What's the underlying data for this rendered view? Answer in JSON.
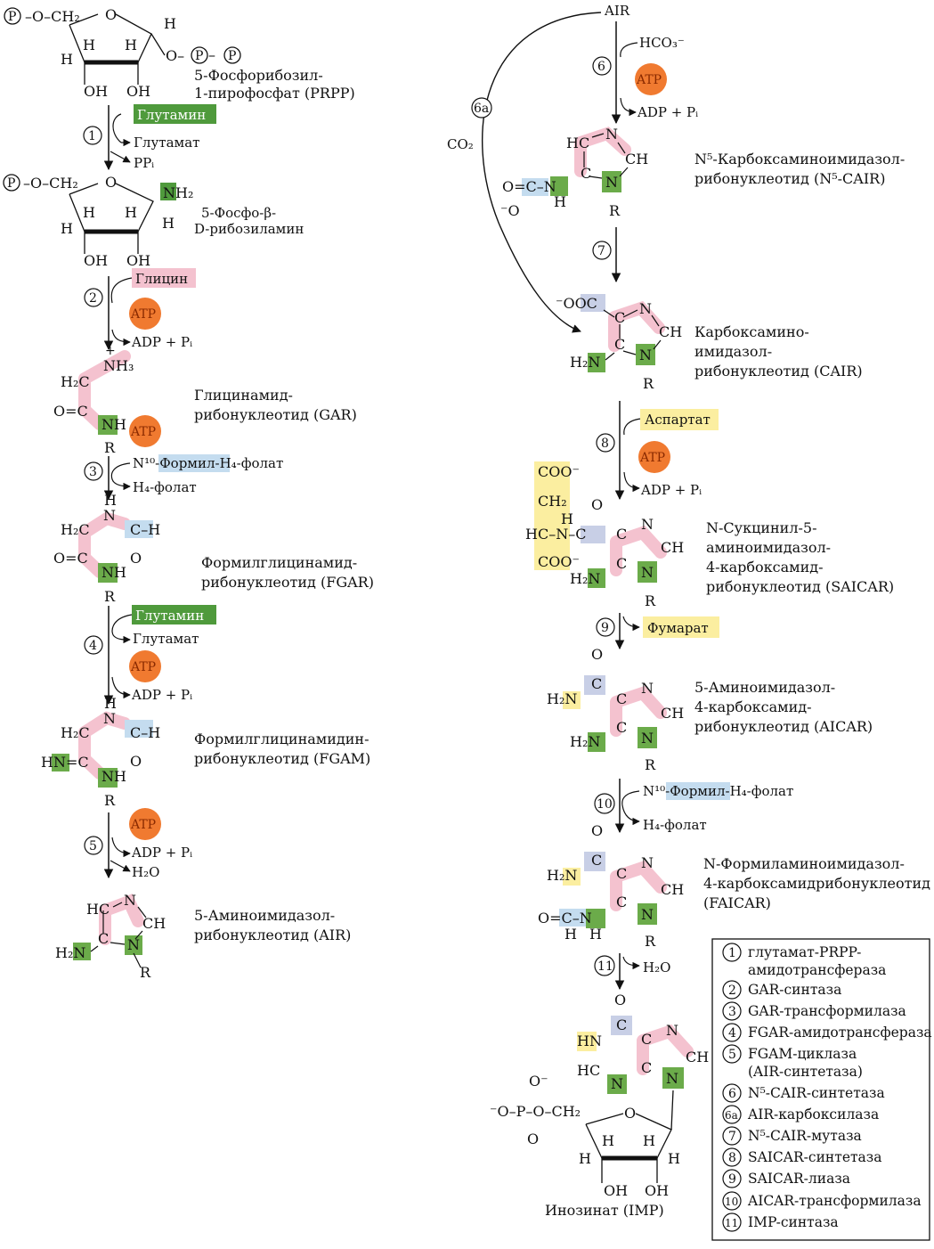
{
  "compounds": {
    "prpp": [
      "5-Фосфорибозил-",
      "1-пирофосфат (PRPP)"
    ],
    "pra": [
      "5-Фосфо-β-",
      "D-рибозиламин"
    ],
    "gar": [
      "Глицинамид-",
      "рибонуклеотид (GAR)"
    ],
    "fgar": [
      "Формилглицинамид-",
      "рибонуклеотид (FGAR)"
    ],
    "fgam": [
      "Формилглицинамидин-",
      "рибонуклеотид (FGAM)"
    ],
    "air": [
      "5-Аминоимидазол-",
      "рибонуклеотид (AIR)"
    ],
    "n5cair": [
      "N⁵-Карбоксаминоимидазол-",
      "рибонуклеотид (N⁵-CAIR)"
    ],
    "cair": [
      "Карбоксамино-",
      "имидазол-",
      "рибонуклеотид (CAIR)"
    ],
    "saicar": [
      "N-Сукцинил-5-",
      "аминоимидазол-",
      "4-карбоксамид-",
      "рибонуклеотид (SAICAR)"
    ],
    "aicar": [
      "5-Аминоимидазол-",
      "4-карбоксамид-",
      "рибонуклеотид (AICAR)"
    ],
    "faicar": [
      "N-Формиламиноимидазол-",
      "4-карбоксамидрибонуклеотид",
      "(FAICAR)"
    ],
    "imp": [
      "Инозинат (IMP)"
    ]
  },
  "steps": {
    "s1": {
      "num": "1",
      "in": "Глутамин",
      "out": [
        "Глутамат",
        "PPᵢ"
      ]
    },
    "s2": {
      "num": "2",
      "in": "Глицин",
      "atp": "ATP",
      "out": [
        "ADP + Pᵢ"
      ]
    },
    "s3": {
      "num": "3",
      "in": "N¹⁰-Формил-H₄-фолат",
      "out": [
        "H₄-фолат"
      ]
    },
    "s4": {
      "num": "4",
      "in": "Глутамин",
      "out": [
        "Глутамат"
      ],
      "atp": "ATP",
      "out2": [
        "ADP + Pᵢ"
      ]
    },
    "s5": {
      "num": "5",
      "atp": "ATP",
      "out": [
        "ADP + Pᵢ",
        "H₂O"
      ]
    },
    "s6": {
      "num": "6",
      "top": "AIR",
      "in": "HCO₃⁻",
      "atp": "ATP",
      "out": [
        "ADP + Pᵢ"
      ]
    },
    "s6a": {
      "num": "6a",
      "in": "CO₂"
    },
    "s7": {
      "num": "7"
    },
    "s8": {
      "num": "8",
      "in": "Аспартат",
      "atp": "ATP",
      "out": [
        "ADP + Pᵢ"
      ]
    },
    "s9": {
      "num": "9",
      "out": "Фумарат"
    },
    "s10": {
      "num": "10",
      "in": "N¹⁰-Формил-H₄-фолат",
      "out": [
        "H₄-фолат"
      ]
    },
    "s11": {
      "num": "11",
      "out": "H₂O"
    }
  },
  "legend": [
    {
      "num": "1",
      "name": "глутамат-PRPP-",
      "name2": "амидотрансфераза"
    },
    {
      "num": "2",
      "name": "GAR-синтаза"
    },
    {
      "num": "3",
      "name": "GAR-трансформилаза"
    },
    {
      "num": "4",
      "name": "FGAR-амидотрансфераза"
    },
    {
      "num": "5",
      "name": "FGAM-циклаза",
      "name2": "(AIR-синтетаза)"
    },
    {
      "num": "6",
      "name": "N⁵-CAIR-синтетаза"
    },
    {
      "num": "6a",
      "name": "AIR-карбоксилаза"
    },
    {
      "num": "7",
      "name": "N⁵-CAIR-мутаза"
    },
    {
      "num": "8",
      "name": "SAICAR-синтетаза"
    },
    {
      "num": "9",
      "name": "SAICAR-лиаза"
    },
    {
      "num": "10",
      "name": "AICAR-трансформилаза"
    },
    {
      "num": "11",
      "name": "IMP-синтаза"
    }
  ],
  "colors": {
    "glutamine_green": "#4f9a3c",
    "glycine_pink": "#f4c2cf",
    "formyl_blue": "#c4dcef",
    "aspartate_yellow": "#fbeea0",
    "co2_blue": "#c8cfe6",
    "atp_orange": "#f07a30",
    "nitrogen_green": "#6bab4a"
  }
}
